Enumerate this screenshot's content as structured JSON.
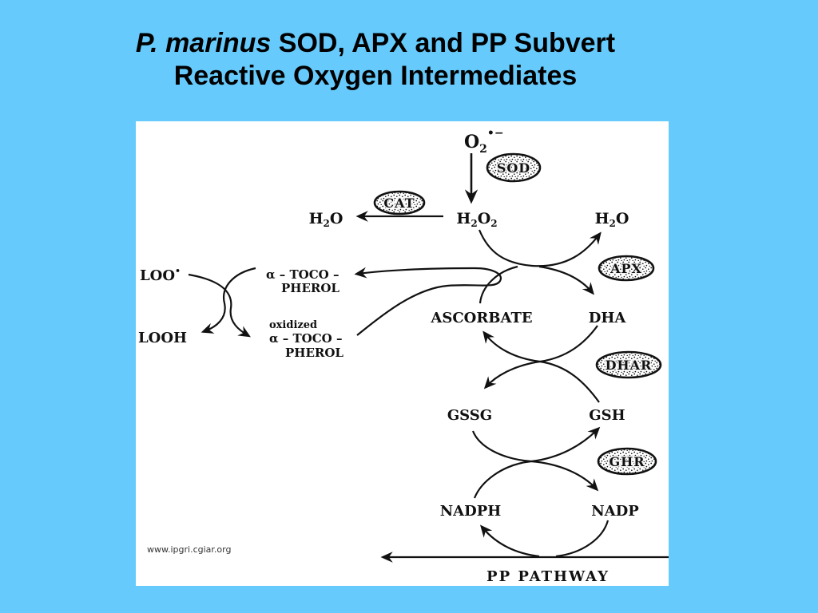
{
  "slide": {
    "background_color": "#66CBFC",
    "ink_color": "#111111",
    "title": {
      "species": "P. marinus",
      "line1_rest": " SOD, APX and PP Subvert",
      "line2": "Reactive Oxygen Intermediates"
    }
  },
  "diagram": {
    "watermark": "www.ipgri.cgiar.org",
    "pathway_label": "PP PATHWAY",
    "enzymes": {
      "sod": "SOD",
      "cat": "CAT",
      "apx": "APX",
      "dhar": "DHAR",
      "ghr": "GHR"
    },
    "parts": {
      "H": "H",
      "O": "O",
      "two": "2",
      "superoxide_charge": "•−",
      "loo": "LOO",
      "radical_dot": "•"
    },
    "molecules": {
      "looh": "LOOH",
      "tocopherol_line1": "α – TOCO –",
      "tocopherol_line2": "PHEROL",
      "oxidized": "oxidized",
      "oxidized_tocopherol_line1": "α – TOCO –",
      "oxidized_tocopherol_line2": "PHEROL",
      "ascorbate": "ASCORBATE",
      "dha": "DHA",
      "gssg": "GSSG",
      "gsh": "GSH",
      "nadph": "NADPH",
      "nadp": "NADP"
    }
  }
}
